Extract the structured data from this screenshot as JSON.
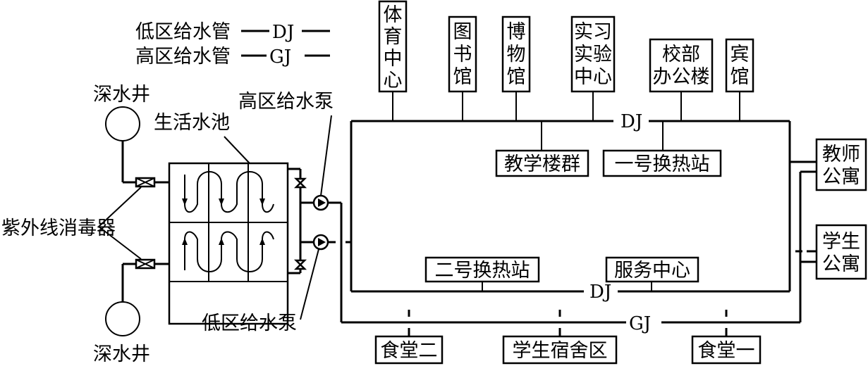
{
  "legend": {
    "low_label": "低区给水管",
    "low_code": "DJ",
    "high_label": "高区给水管",
    "high_code": "GJ"
  },
  "labels": {
    "well_top": "深水井",
    "well_bottom": "深水井",
    "pool": "生活水池",
    "high_pump": "高区给水泵",
    "low_pump": "低区给水泵",
    "uv": "紫外线消毒器",
    "dj_top": "DJ",
    "dj_bottom": "DJ",
    "gj_bottom": "GJ"
  },
  "buildings_top": [
    {
      "lines": [
        "体",
        "育",
        "中",
        "心"
      ]
    },
    {
      "lines": [
        "图",
        "书",
        "馆"
      ]
    },
    {
      "lines": [
        "博",
        "物",
        "馆"
      ]
    },
    {
      "lines": [
        "实习",
        "实验",
        "中心"
      ]
    },
    {
      "lines": [
        "校部",
        "办公楼"
      ]
    },
    {
      "lines": [
        "宾",
        "馆"
      ]
    }
  ],
  "inner_boxes": {
    "teaching": "教学楼群",
    "heat1": "一号换热站",
    "heat2": "二号换热站",
    "service": "服务中心"
  },
  "right_boxes": {
    "teacher": [
      "教师",
      "公寓"
    ],
    "student": [
      "学生",
      "公寓"
    ]
  },
  "bottom_boxes": {
    "canteen2": "食堂二",
    "dorm": "学生宿舍区",
    "canteen1": "食堂一"
  }
}
